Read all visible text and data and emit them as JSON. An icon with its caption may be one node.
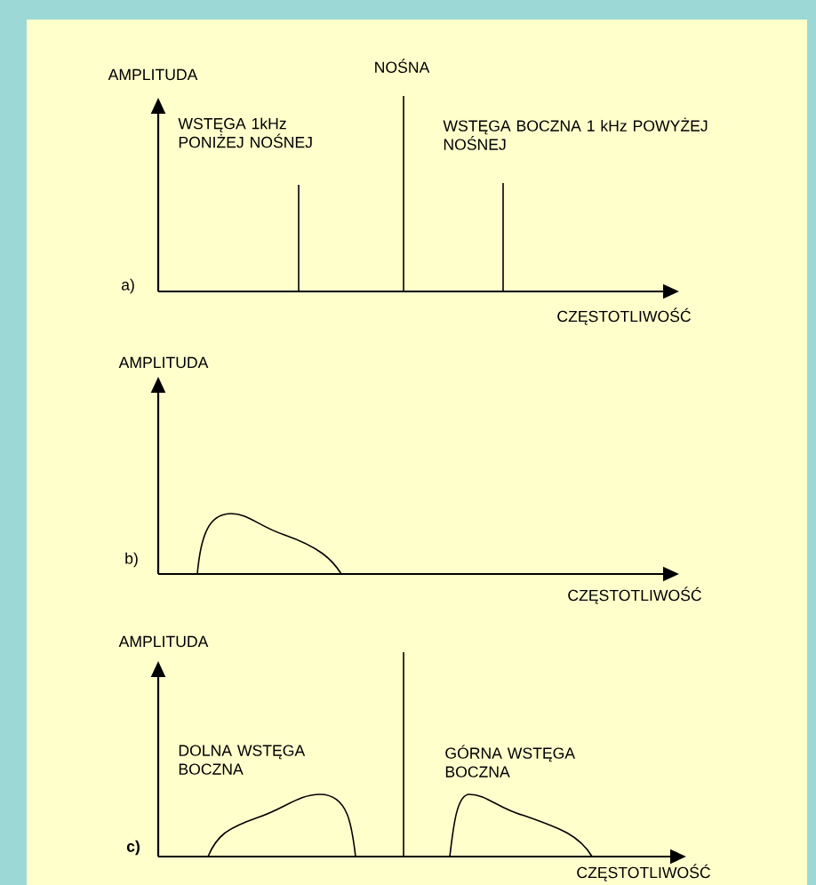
{
  "diagram": {
    "labels": [
      "AMPLITUDA",
      "NOŚNA",
      "WSTĘGA 1kHz PONIŻEJ NOŚNEJ",
      "WSTĘGA BOCZNA 1 kHz POWYŻEJ NOŚNEJ",
      "a)",
      "CZĘSTOTLIWOŚĆ",
      "AMPLITUDA",
      "b)",
      "CZĘSTOTLIWOŚĆ",
      "AMPLITUDA",
      "DOLNA WSTĘGA BOCZNA",
      "GÓRNA WSTĘGA BOCZNA",
      "c)",
      "CZĘSTOTLIWOŚĆ"
    ]
  }
}
